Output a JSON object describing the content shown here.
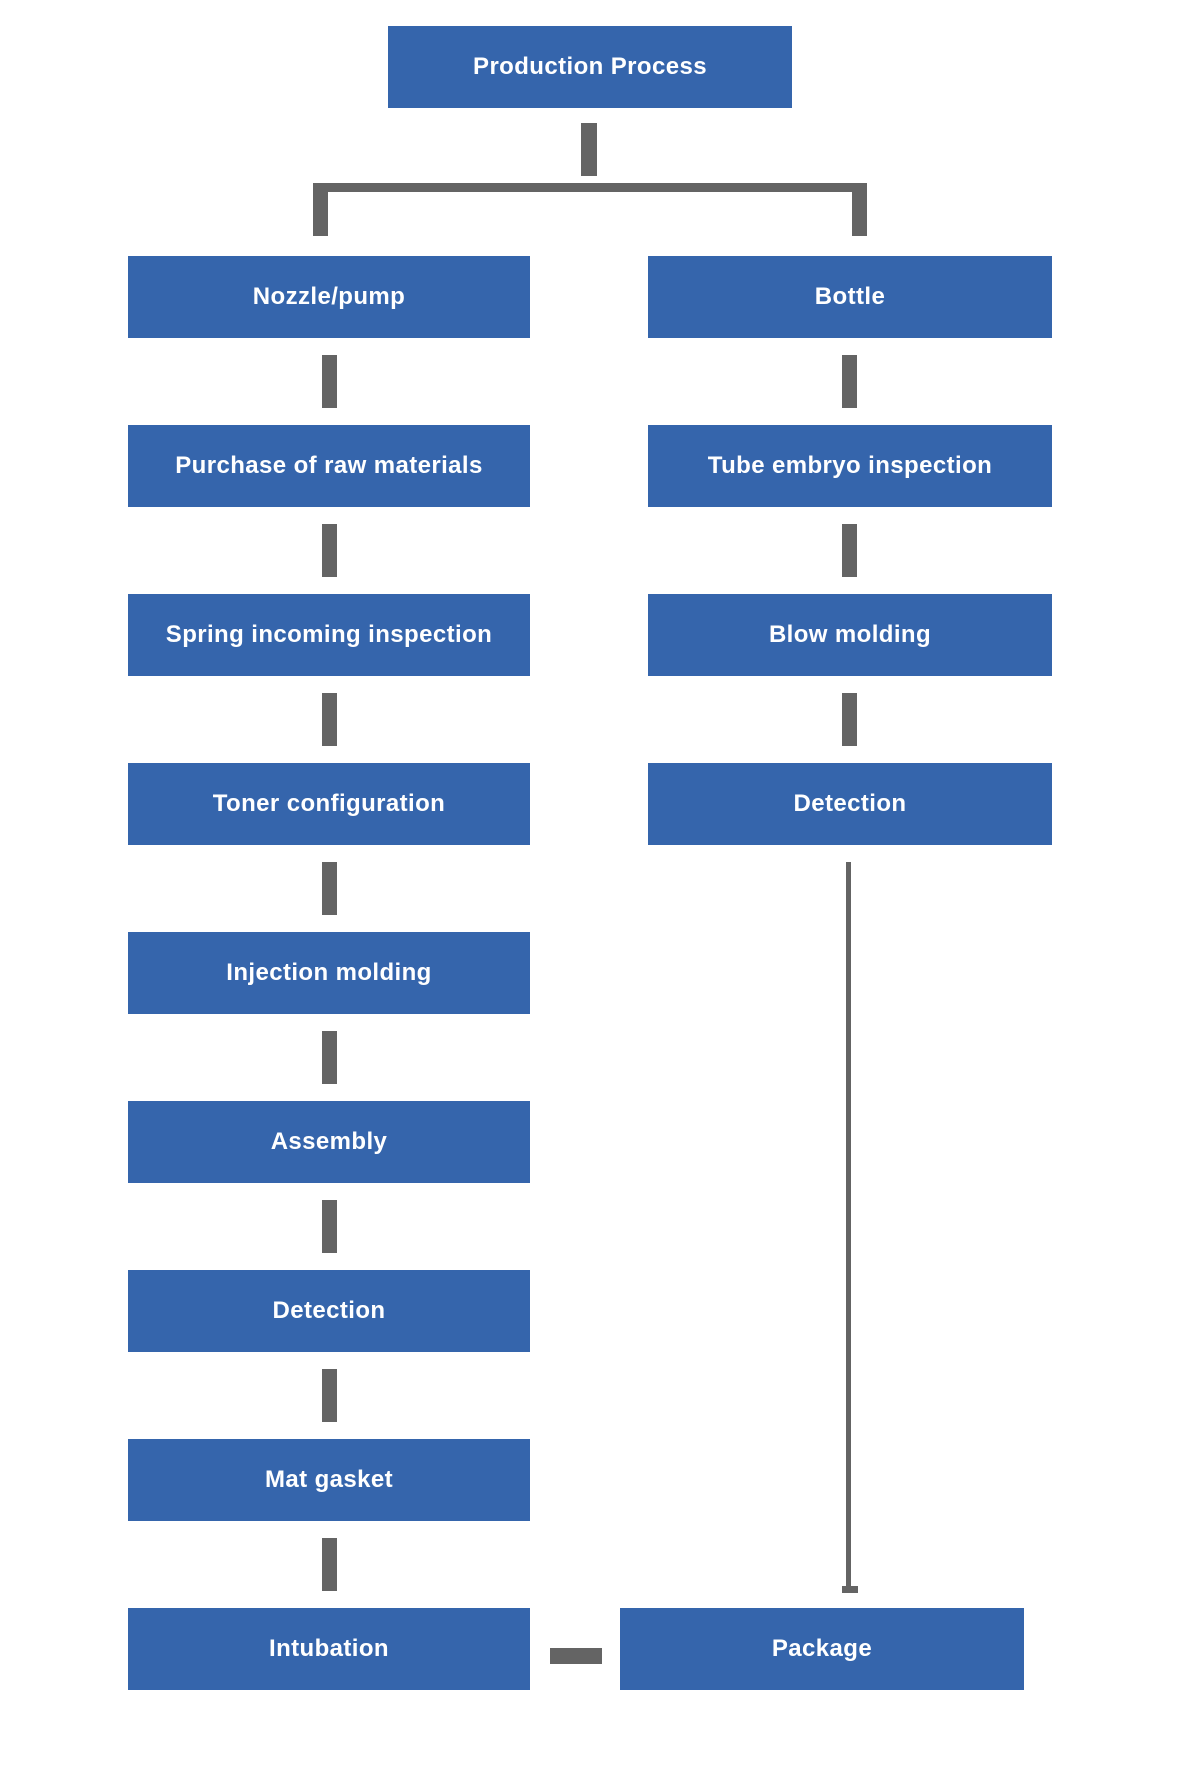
{
  "colors": {
    "node_fill": "#3565ac",
    "connector_gray": "#646464",
    "node_text": "#ffffff",
    "background": "#ffffff"
  },
  "flowchart": {
    "root": {
      "label": "Production Process"
    },
    "branches": [
      {
        "name": "nozzle-pump",
        "steps": [
          "Nozzle/pump",
          "Purchase of raw materials",
          "Spring incoming inspection",
          "Toner configuration",
          "Injection molding",
          "Assembly",
          "Detection",
          "Mat gasket",
          "Intubation"
        ]
      },
      {
        "name": "bottle",
        "steps": [
          "Bottle",
          "Tube embryo inspection",
          "Blow molding",
          "Detection"
        ]
      }
    ],
    "final": {
      "label": "Package"
    }
  }
}
